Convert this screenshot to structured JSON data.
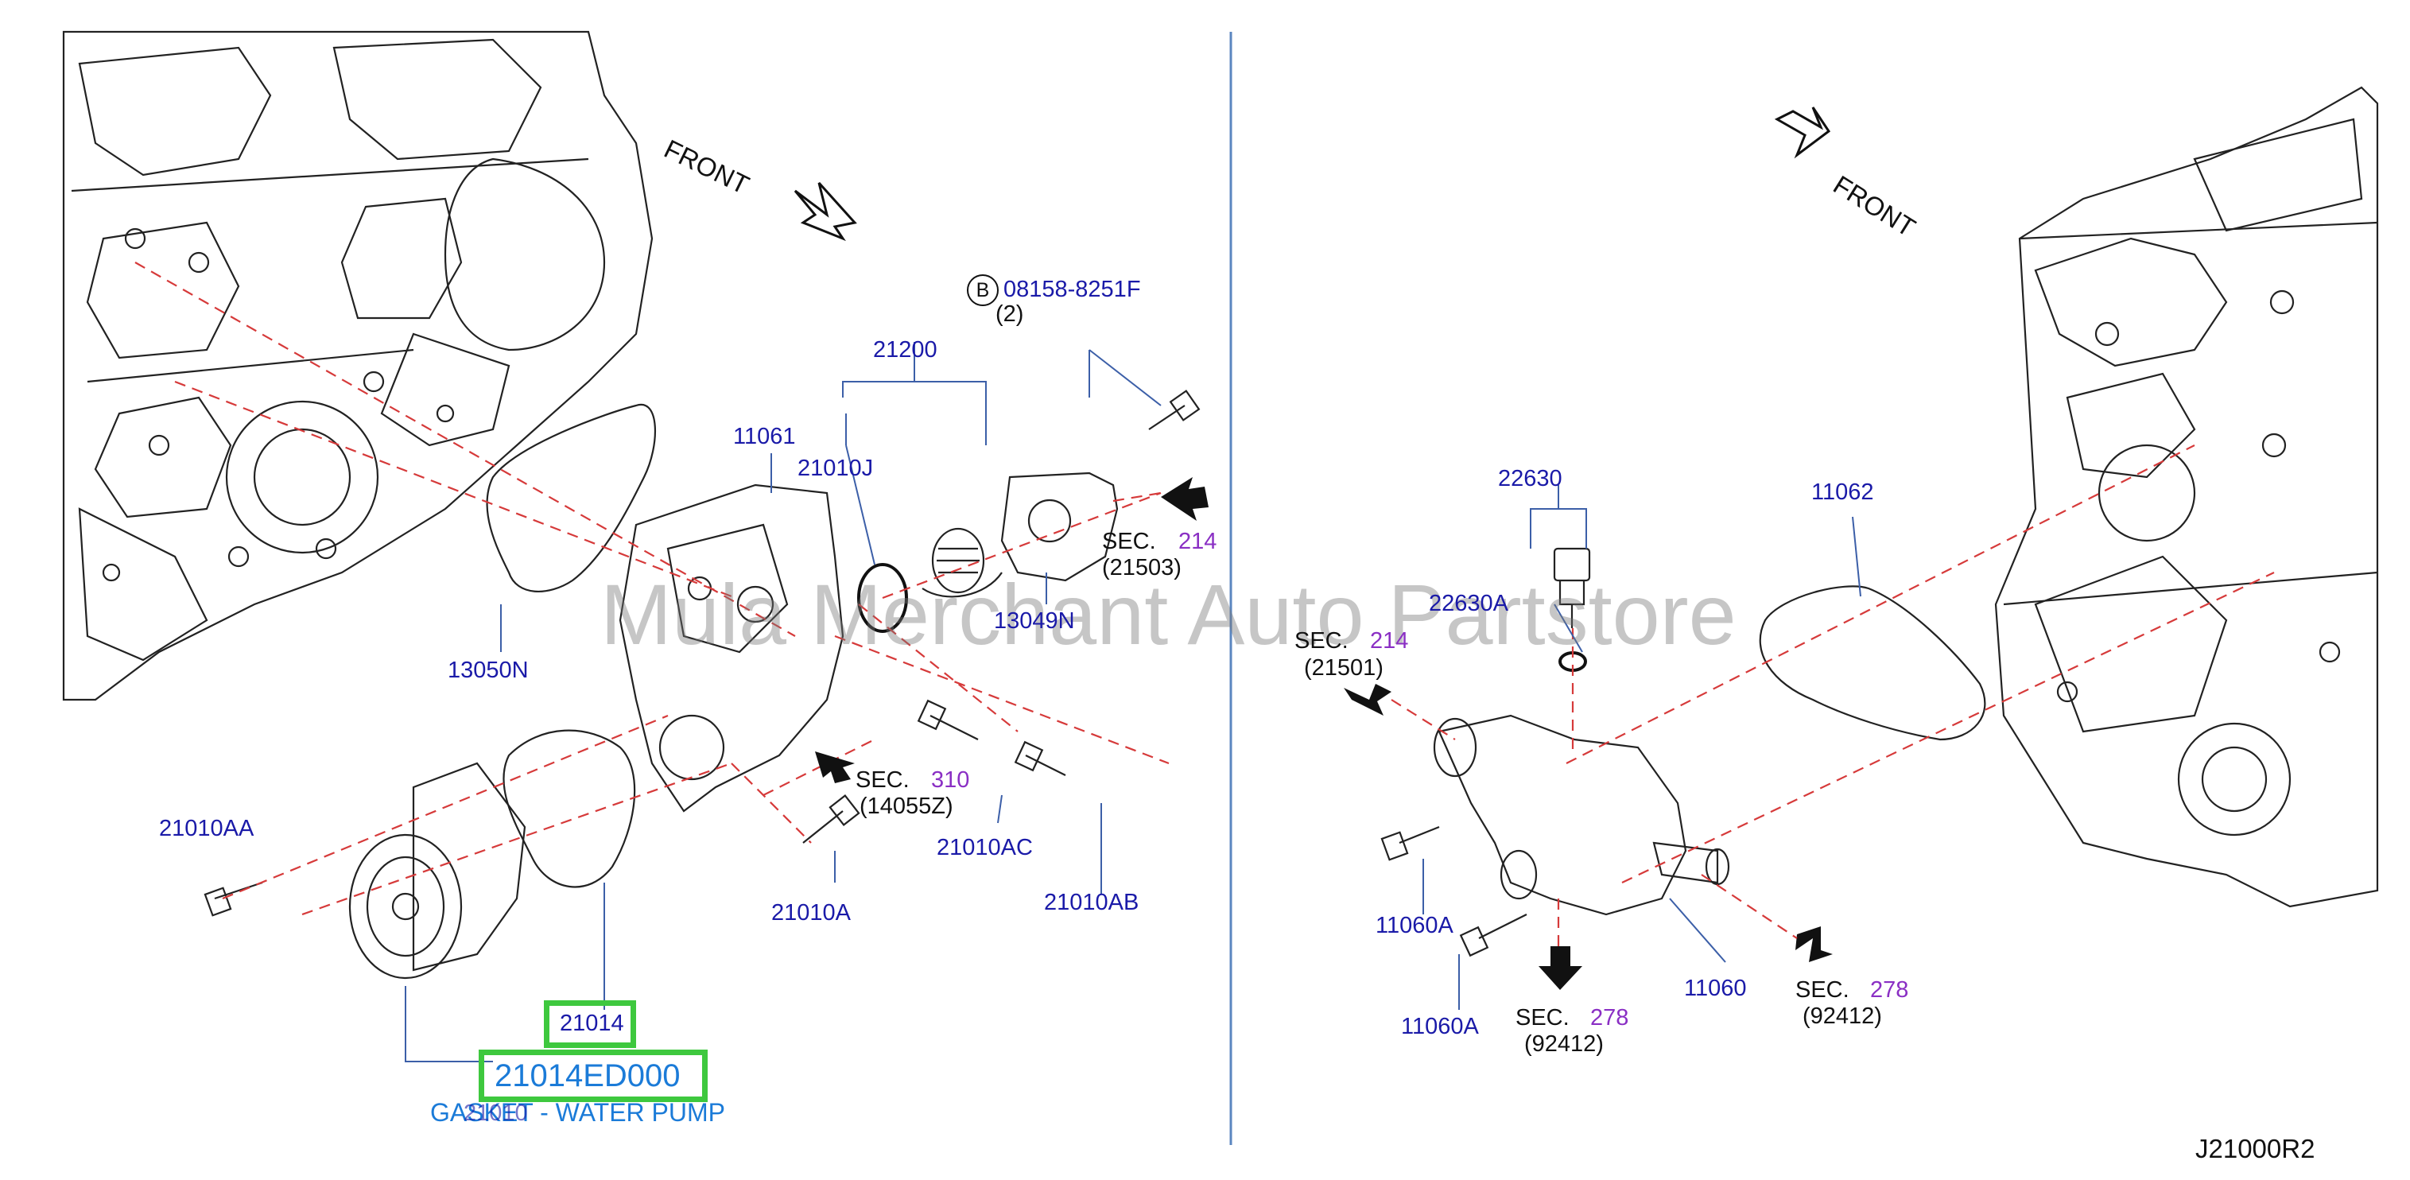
{
  "diagram": {
    "ref_code": "J21000R2",
    "watermark": "Mula Merchant Auto Partstore",
    "front_label_left": "FRONT",
    "front_label_right": "FRONT",
    "bolt_marker": "B",
    "colors": {
      "part_label": "#1a1aa8",
      "sec_number": "#8a2fc4",
      "leader_red": "#d63a3a",
      "highlight": "#3ec83e",
      "selected_text": "#1b7bd8",
      "divider": "#5b86c0"
    }
  },
  "selected_part": {
    "number": "21014",
    "part_code": "21014ED000",
    "description": "GASKET - WATER PUMP",
    "overlap_text": "21010"
  },
  "labels": {
    "p08158": "08158-8251F",
    "p08158_qty": "(2)",
    "p21200": "21200",
    "p11061": "11061",
    "p21010J": "21010J",
    "p13049N": "13049N",
    "p13050N": "13050N",
    "p21010AA": "21010AA",
    "p21010AC": "21010AC",
    "p21010A": "21010A",
    "p21010AB": "21010AB",
    "p22630": "22630",
    "p22630A": "22630A",
    "p11062": "11062",
    "p11060A_1": "11060A",
    "p11060A_2": "11060A",
    "p11060": "11060"
  },
  "sections": [
    {
      "id": "sec214a",
      "prefix": "SEC.",
      "num": "214",
      "ref": "(21503)"
    },
    {
      "id": "sec310",
      "prefix": "SEC.",
      "num": "310",
      "ref": "(14055Z)"
    },
    {
      "id": "sec214b",
      "prefix": "SEC.",
      "num": "214",
      "ref": "(21501)"
    },
    {
      "id": "sec278a",
      "prefix": "SEC.",
      "num": "278",
      "ref": "(92412)"
    },
    {
      "id": "sec278b",
      "prefix": "SEC.",
      "num": "278",
      "ref": "(92412)"
    }
  ]
}
